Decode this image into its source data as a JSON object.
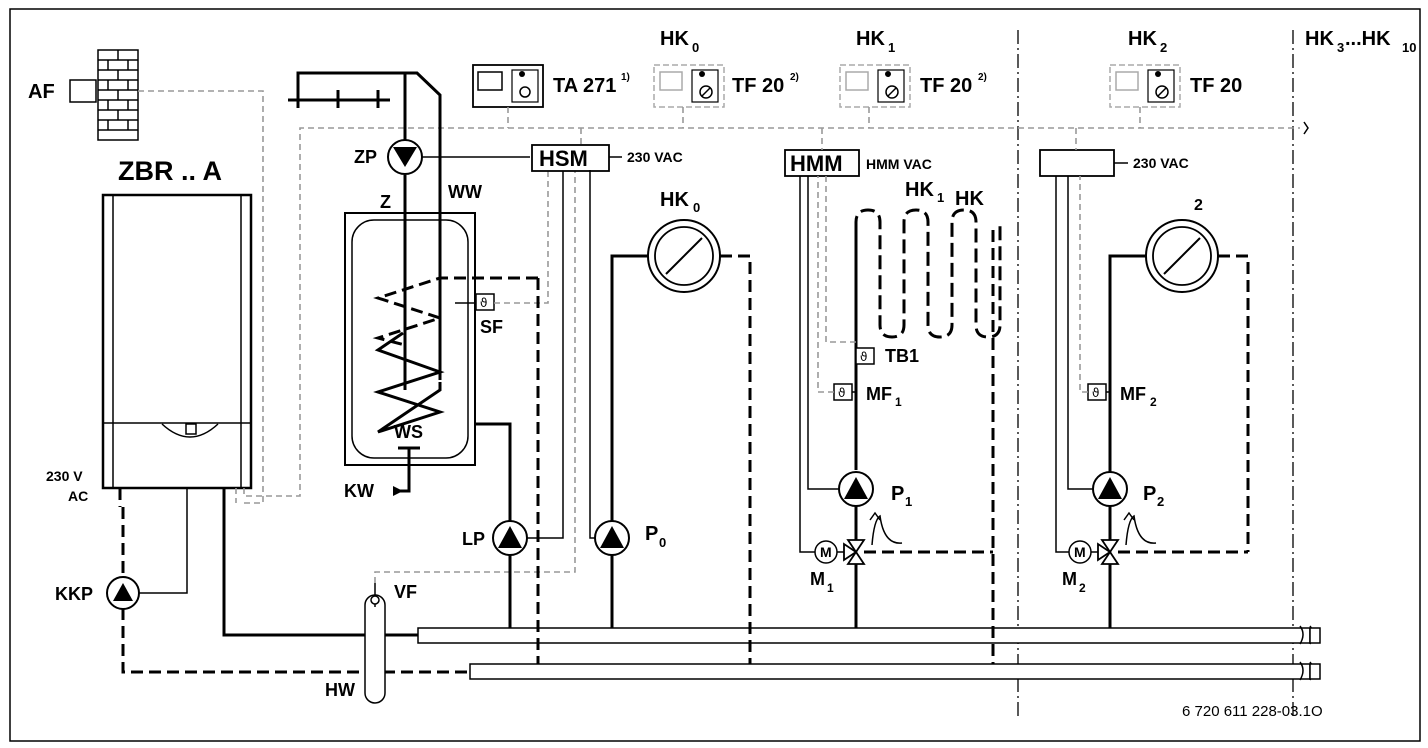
{
  "labels": {
    "af": "AF",
    "zbr": "ZBR .. A",
    "v230": "230 V",
    "ac": "AC",
    "kkp": "KKP",
    "zp": "ZP",
    "z": "Z",
    "ww": "WW",
    "sf": "SF",
    "ws": "WS",
    "kw": "KW",
    "lp": "LP",
    "vf": "VF",
    "hw": "HW",
    "ta": "TA 271",
    "ta_note": "1)",
    "tf0": "TF 20",
    "tf0_note": "2)",
    "tf1": "TF 20",
    "tf1_note": "2)",
    "tf2": "TF 20",
    "hsm": "HSM",
    "hsm_vac": "230 VAC",
    "hmm": "HMM",
    "hmm_vac": "HMM VAC",
    "mod2_vac": "230 VAC",
    "hk0_top": "HK",
    "hk0_top_sub": "0",
    "hk1_top": "HK",
    "hk1_top_sub": "1",
    "hk2_top": "HK",
    "hk2_top_sub": "2",
    "hk3": "HK",
    "hk3_sub": "3",
    "hk_dots": "...HK",
    "hk10_sub": "10",
    "hk0_rad": "HK",
    "hk0_rad_sub": "0",
    "hk1_floor": "HK",
    "hk1_floor_sub": "1",
    "hk_floor_2": "HK",
    "two": "2",
    "p0": "P",
    "p0_sub": "0",
    "p1": "P",
    "p1_sub": "1",
    "p2": "P",
    "p2_sub": "2",
    "tb1": "TB1",
    "mf1": "MF",
    "mf1_sub": "1",
    "mf2": "MF",
    "mf2_sub": "2",
    "m1": "M",
    "m1_sub": "1",
    "m2": "M",
    "m2_sub": "2",
    "motor": "M",
    "sensor_glyph": "ϑ",
    "drawing_code": "6 720 611 228-03.1O"
  }
}
